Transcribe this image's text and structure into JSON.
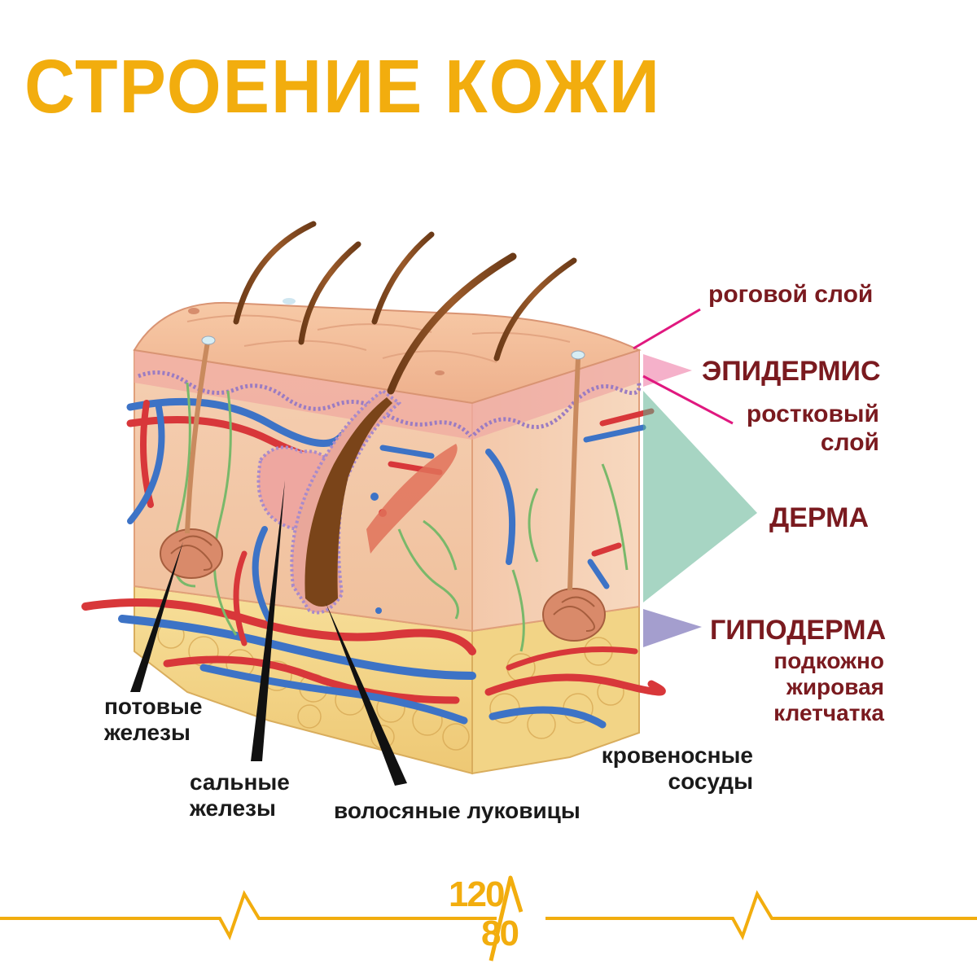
{
  "title": "СТРОЕНИЕ КОЖИ",
  "labels": {
    "stratum_corneum": "роговой слой",
    "epidermis": "ЭПИДЕРМИС",
    "germinal_line1": "ростковый",
    "germinal_line2": "слой",
    "dermis": "ДЕРМА",
    "hypodermis": "ГИПОДЕРМА",
    "subcut_line1": "подкожно",
    "subcut_line2": "жировая",
    "subcut_line3": "клетчатка",
    "sweat_line1": "потовые",
    "sweat_line2": "железы",
    "sebaceous_line1": "сальные",
    "sebaceous_line2": "железы",
    "hair_bulbs": "волосяные луковицы",
    "vessels_line1": "кровеносные",
    "vessels_line2": "сосуды"
  },
  "logo": {
    "top": "120",
    "bottom": "80"
  },
  "colors": {
    "accent": "#f2ad0e",
    "label_dark": "#7a1a1f",
    "epidermis_arrow": "#f4a9c4",
    "dermis_arrow": "#5fb391",
    "hypodermis_arrow": "#9a94c9",
    "pointer_magenta": "#e0187f"
  }
}
